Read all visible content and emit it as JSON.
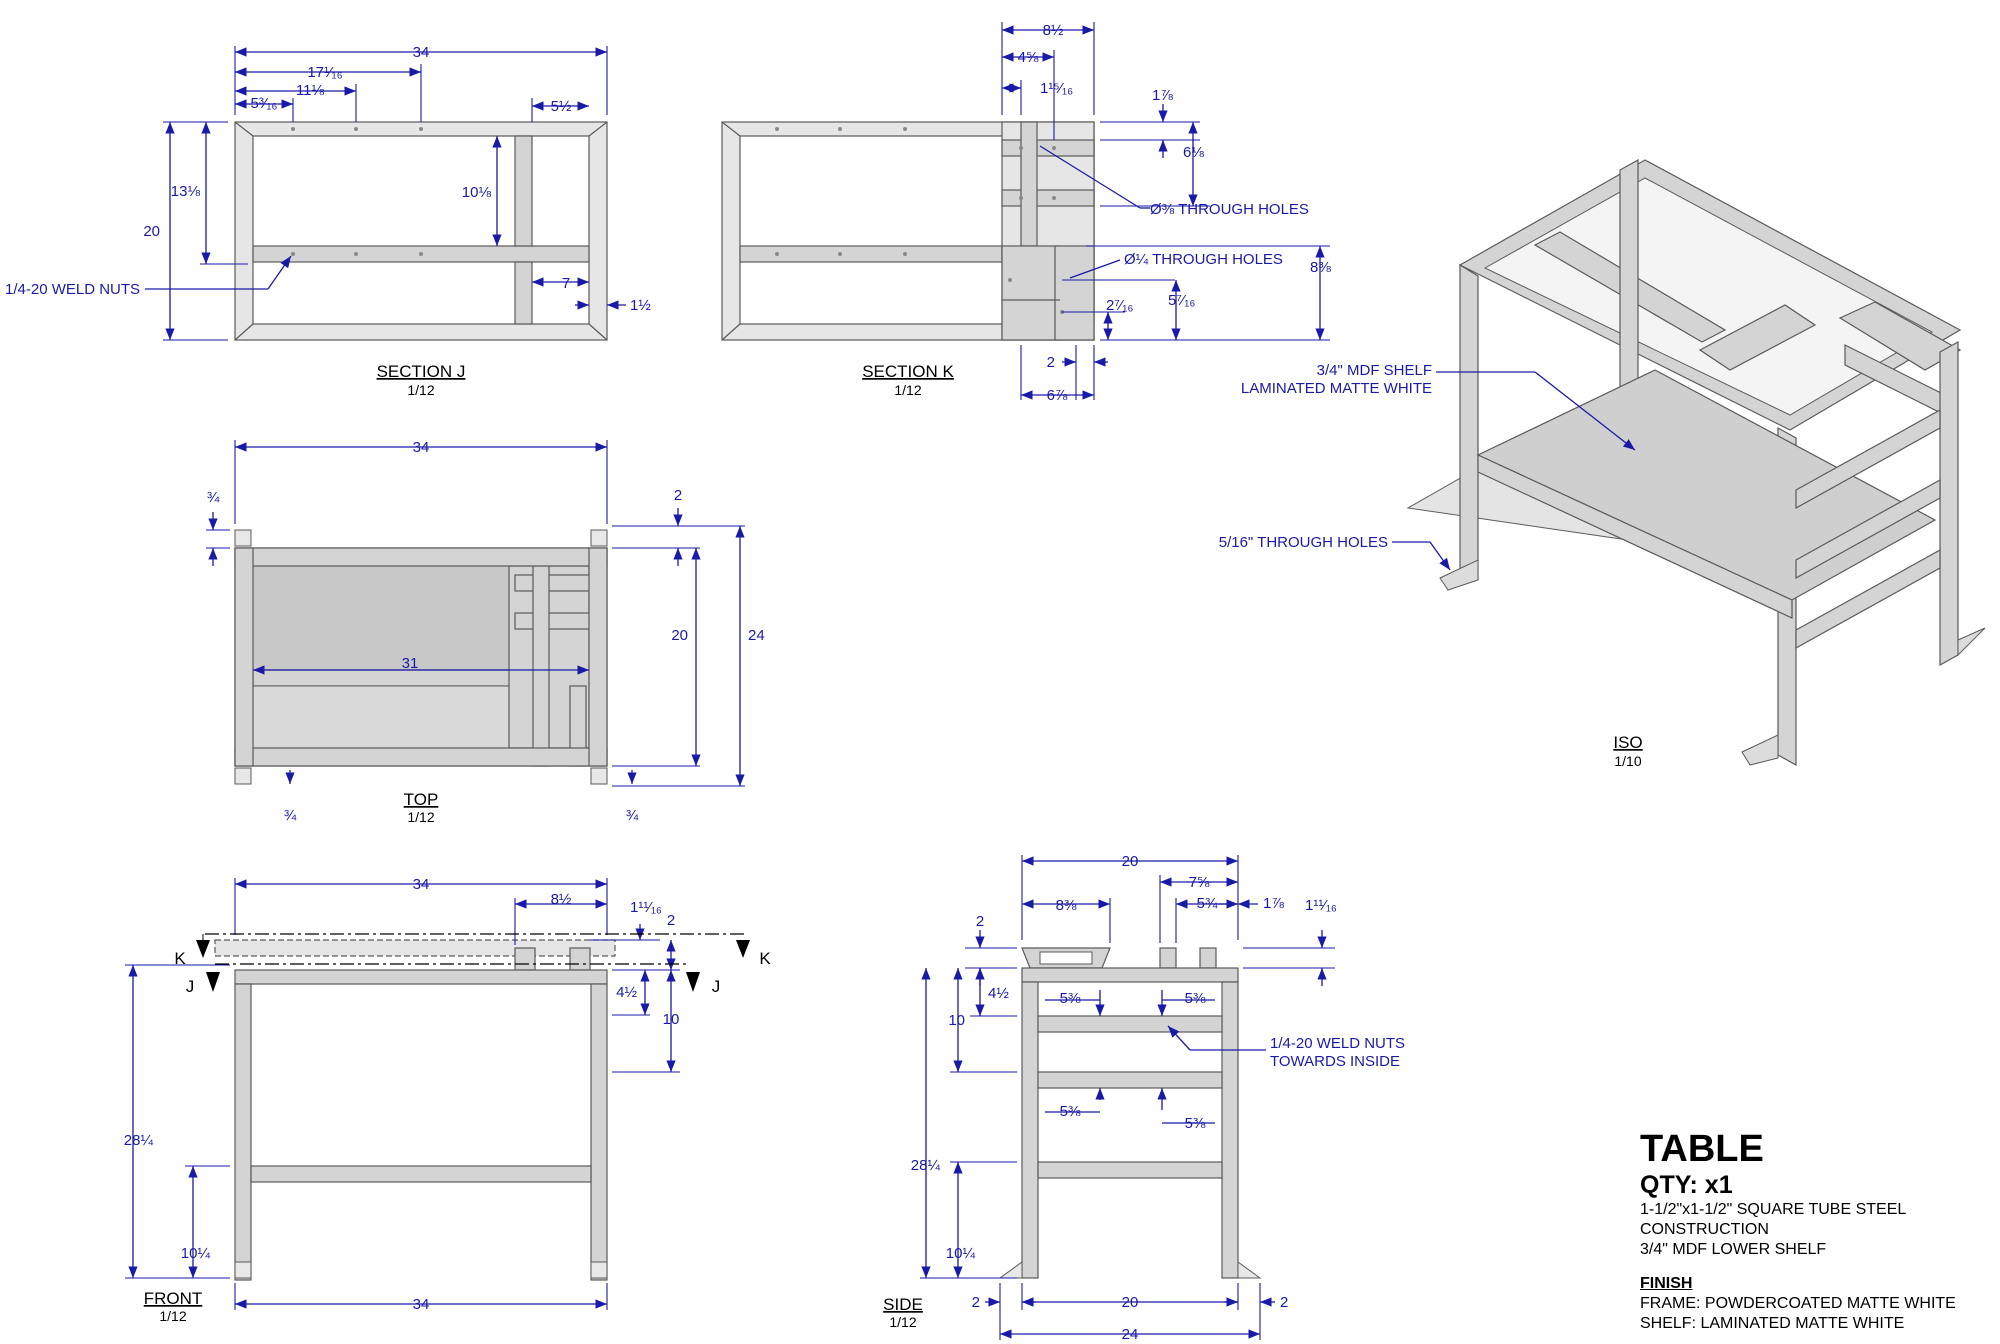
{
  "views": {
    "section_j": {
      "title": "SECTION J",
      "scale": "1/12"
    },
    "section_k": {
      "title": "SECTION K",
      "scale": "1/12"
    },
    "top": {
      "title": "TOP",
      "scale": "1/12"
    },
    "front": {
      "title": "FRONT",
      "scale": "1/12"
    },
    "side": {
      "title": "SIDE",
      "scale": "1/12"
    },
    "iso": {
      "title": "ISO",
      "scale": "1/10"
    }
  },
  "dims": {
    "sj": {
      "w34": "34",
      "d17": "17¹⁄₁₆",
      "d11": "11⅛",
      "d5": "5³⁄₁₆",
      "d5h": "5½",
      "h20": "20",
      "h13": "13⅛",
      "h10": "10⅛",
      "d7": "7",
      "d1h": "1½"
    },
    "sk": {
      "w8": "8½",
      "d4": "4⅝",
      "d1": "1¹⁵⁄₁₆",
      "r1": "1⅞",
      "r6": "6⅛",
      "h8": "8⅜",
      "h2": "2⁷⁄₁₆",
      "h5": "5⁷⁄₁₆",
      "b2": "2",
      "b6": "6⅞"
    },
    "top": {
      "w34": "34",
      "d3": "¾",
      "h2": "2",
      "h20": "20",
      "h24": "24",
      "w31": "31",
      "b3l": "¾",
      "b3r": "¾"
    },
    "front": {
      "w34": "34",
      "d8": "8½",
      "d1": "1¹¹⁄₁₆",
      "d2": "2",
      "d4": "4½",
      "d10": "10",
      "h28": "28¼",
      "h10": "10¼",
      "b34": "34"
    },
    "side": {
      "w20": "20",
      "d7": "7⅝",
      "d8": "8⅜",
      "d5": "5¾",
      "d1": "1⅞",
      "d1b": "1¹¹⁄₁₆",
      "h2": "2",
      "h4": "4½",
      "h10": "10",
      "s53a": "5⅜",
      "s53b": "5⅜",
      "s53c": "5⅜",
      "s53d": "5⅜",
      "h28": "28¼",
      "h10b": "10¼",
      "b2l": "2",
      "b20": "20",
      "b2r": "2",
      "b24": "24"
    }
  },
  "callouts": {
    "weld_nuts": "1/4-20 WELD NUTS",
    "holes_38": "Ø⅜ THROUGH HOLES",
    "holes_14": "Ø¼ THROUGH HOLES",
    "shelf_1": "3/4\" MDF SHELF",
    "shelf_2": "LAMINATED MATTE WHITE",
    "through_516": "5/16\" THROUGH HOLES",
    "weld_in_1": "1/4-20 WELD NUTS",
    "weld_in_2": "TOWARDS INSIDE"
  },
  "section_marks": {
    "k": "K",
    "j": "J"
  },
  "title_block": {
    "title": "TABLE",
    "qty": "QTY: x1",
    "line1": "1-1/2\"x1-1/2\" SQUARE TUBE STEEL",
    "line2": "CONSTRUCTION",
    "line3": "3/4\" MDF LOWER SHELF",
    "finish_heading": "FINISH",
    "finish1": "FRAME: POWDERCOATED MATTE WHITE",
    "finish2": "SHELF: LAMINATED MATTE WHITE"
  },
  "colors": {
    "dimension": "#1a1aa8",
    "part": "#d4d4d4",
    "outline": "#5a5a5a"
  }
}
